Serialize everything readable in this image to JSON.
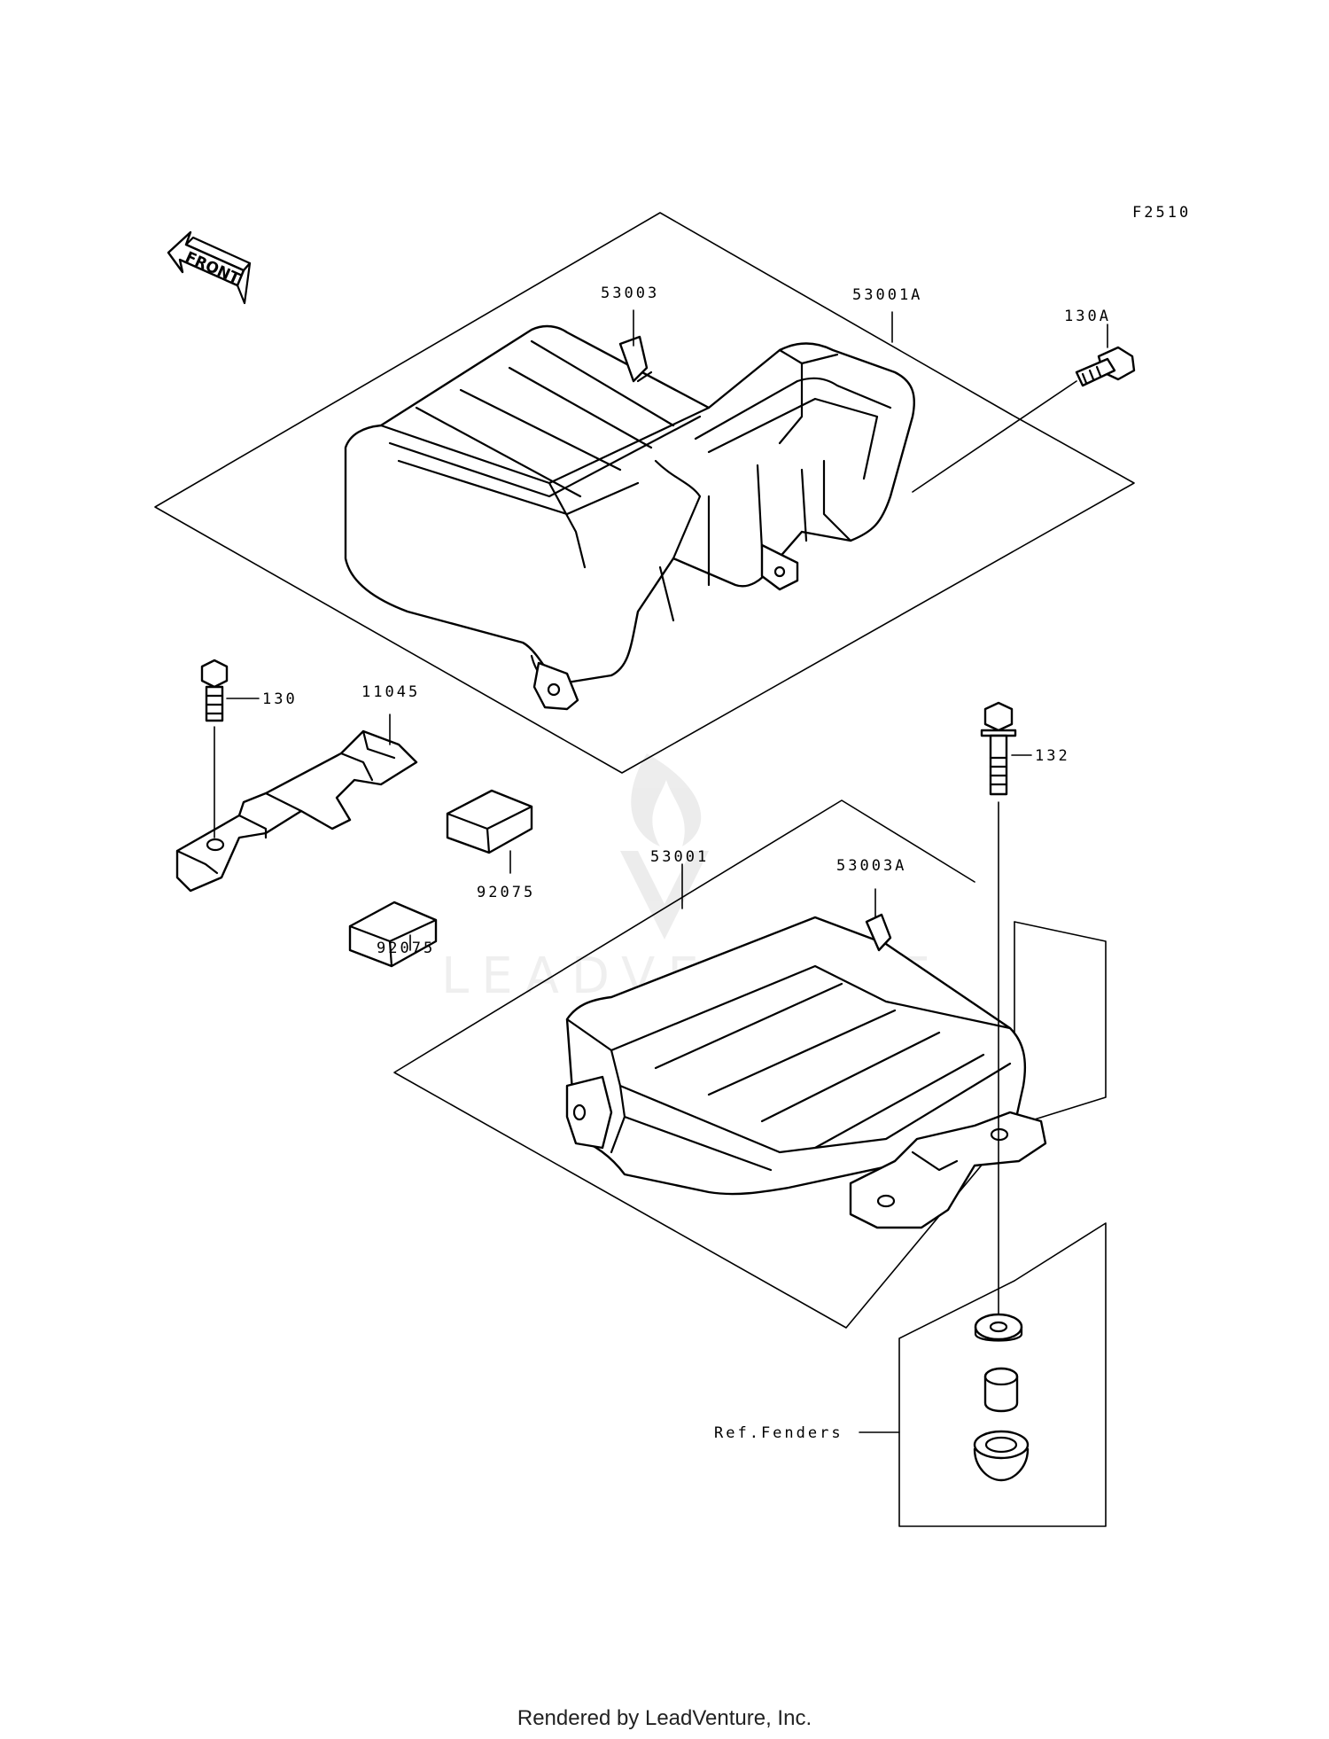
{
  "diagram_code": "F2510",
  "front_arrow_label": "FRONT",
  "callouts": {
    "c53003": "53003",
    "c53001A": "53001A",
    "c130A": "130A",
    "c130": "130",
    "c11045": "11045",
    "c132": "132",
    "c53001": "53001",
    "c53003A": "53003A",
    "c92075a": "92075",
    "c92075b": "92075",
    "ref_fenders": "Ref.Fenders"
  },
  "watermark": "LEADVENTURE",
  "footer": "Rendered by LeadVenture, Inc."
}
